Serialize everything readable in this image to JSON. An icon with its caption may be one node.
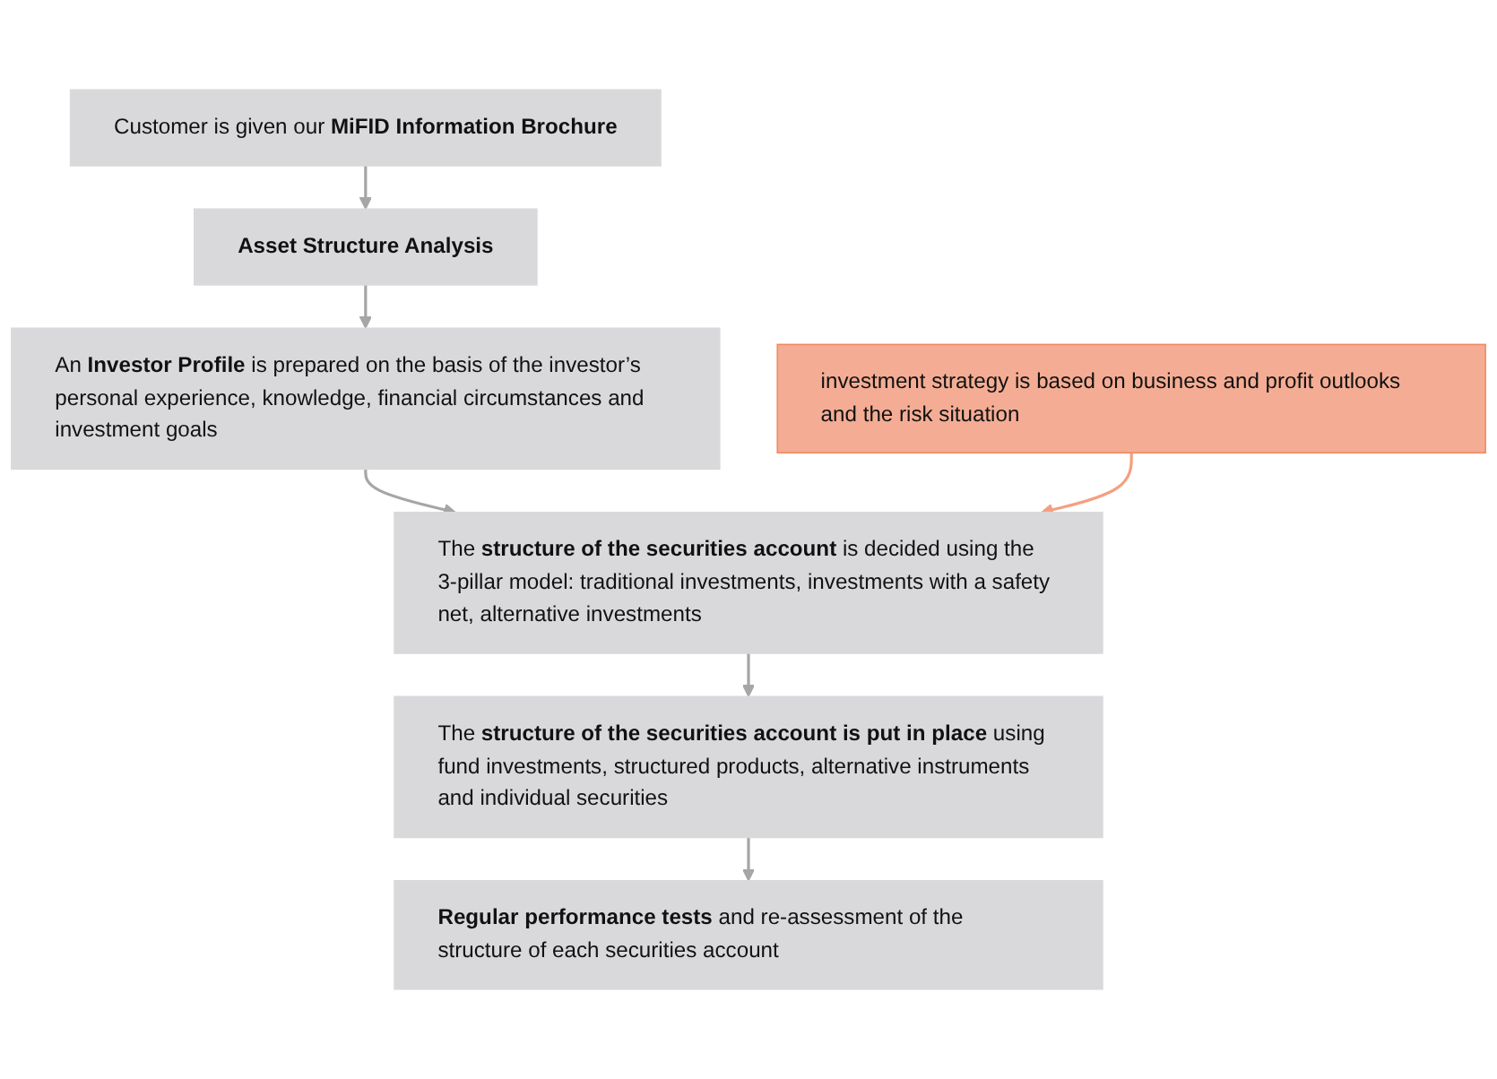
{
  "diagram": {
    "nodes": [
      {
        "text": [
          "Customer is given our **MiFID Information Brochure**"
        ]
      },
      {
        "text": [
          "**Asset Structure Analysis**"
        ]
      },
      {
        "text": [
          "An **Investor Profile** is prepared on the basis of the investor’s personal experience, knowledge, financial circumstances and investment goals"
        ]
      },
      {
        "text": [
          "The **structure of the securities account** is decided using the 3-pillar model: traditional investments, investments with a safety net, alternative investments"
        ]
      },
      {
        "text": [
          "The **structure of the securities account is put in place** using fund investments, structured products, alternative instruments and individual securities"
        ]
      },
      {
        "text": [
          "**Regular performance tests** and re-assessment of the structure of each securities account"
        ]
      },
      {
        "text": [
          "investment strategy is based on business and profit outlooks and the risk situation"
        ]
      }
    ],
    "edges": [
      {
        "from": 0,
        "to": 1,
        "arrow": "to"
      },
      {
        "from": 1,
        "to": 2,
        "arrow": "to"
      },
      {
        "from": 2,
        "to": 3,
        "arrow": "to"
      },
      {
        "from": 3,
        "to": 4,
        "arrow": "to"
      },
      {
        "from": 4,
        "to": 5,
        "arrow": "to"
      },
      {
        "from": 6,
        "to": 3,
        "arrow": "to",
        "color": "#f4a080"
      }
    ]
  }
}
